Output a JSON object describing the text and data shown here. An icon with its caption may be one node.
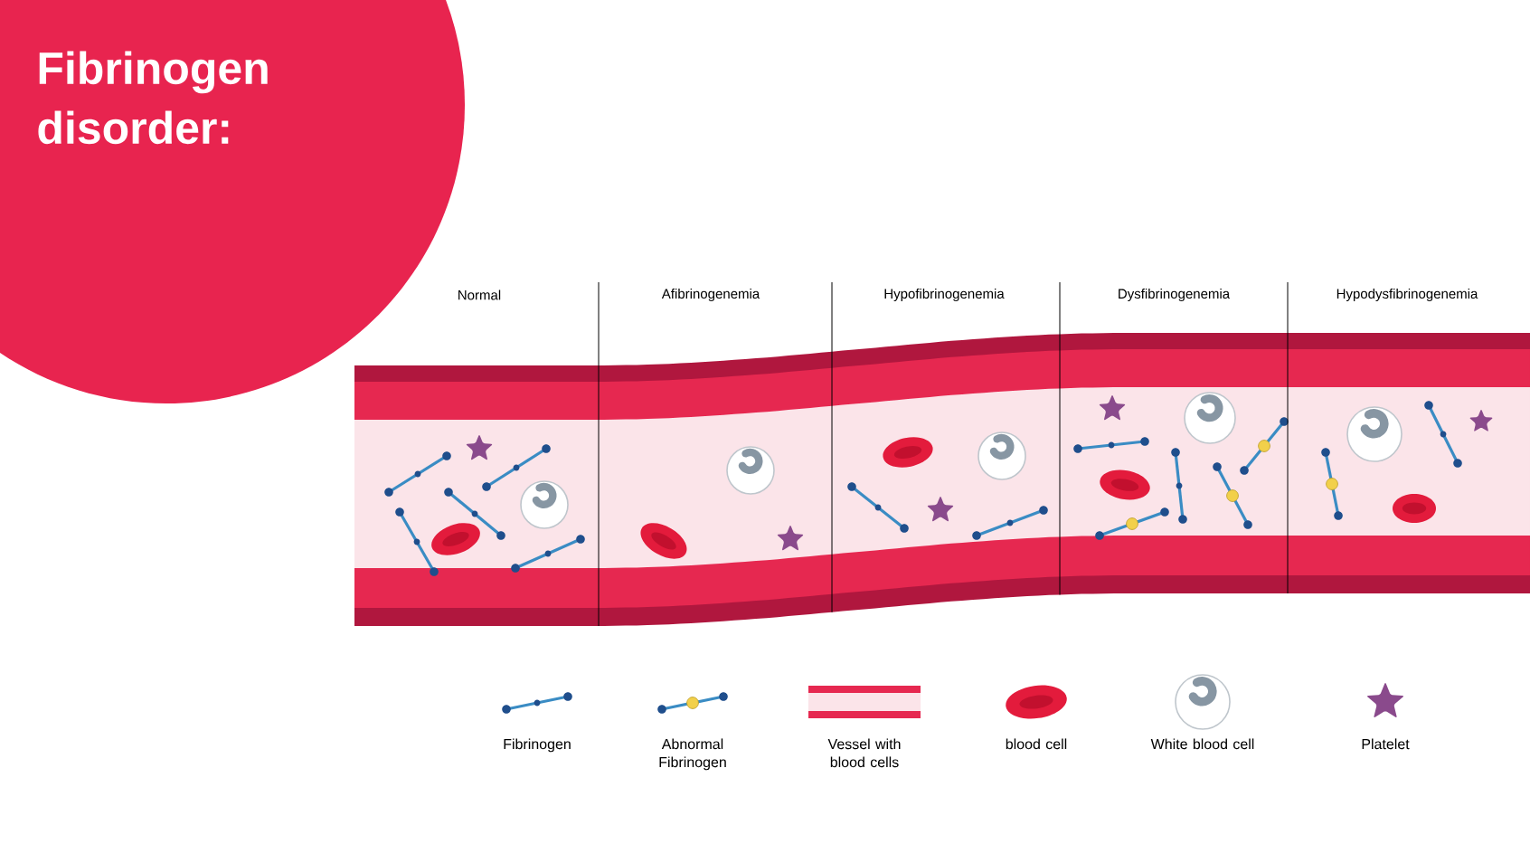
{
  "diagram": {
    "title": "Fibrinogen disorder:",
    "labels": [
      "Normal",
      "Afibrinogenemia",
      "Hypofibrinogenemia",
      "Dysfibrinogenemia",
      "Hypodysfibrinogenemia"
    ],
    "legend": [
      {
        "text": "Fibrinogen"
      },
      {
        "text": "Abnormal Fibrinogen"
      },
      {
        "text": "Vessel with blood cells"
      },
      {
        "text": "blood cell"
      },
      {
        "text": "White blood cell"
      },
      {
        "text": "Platelet"
      }
    ]
  }
}
